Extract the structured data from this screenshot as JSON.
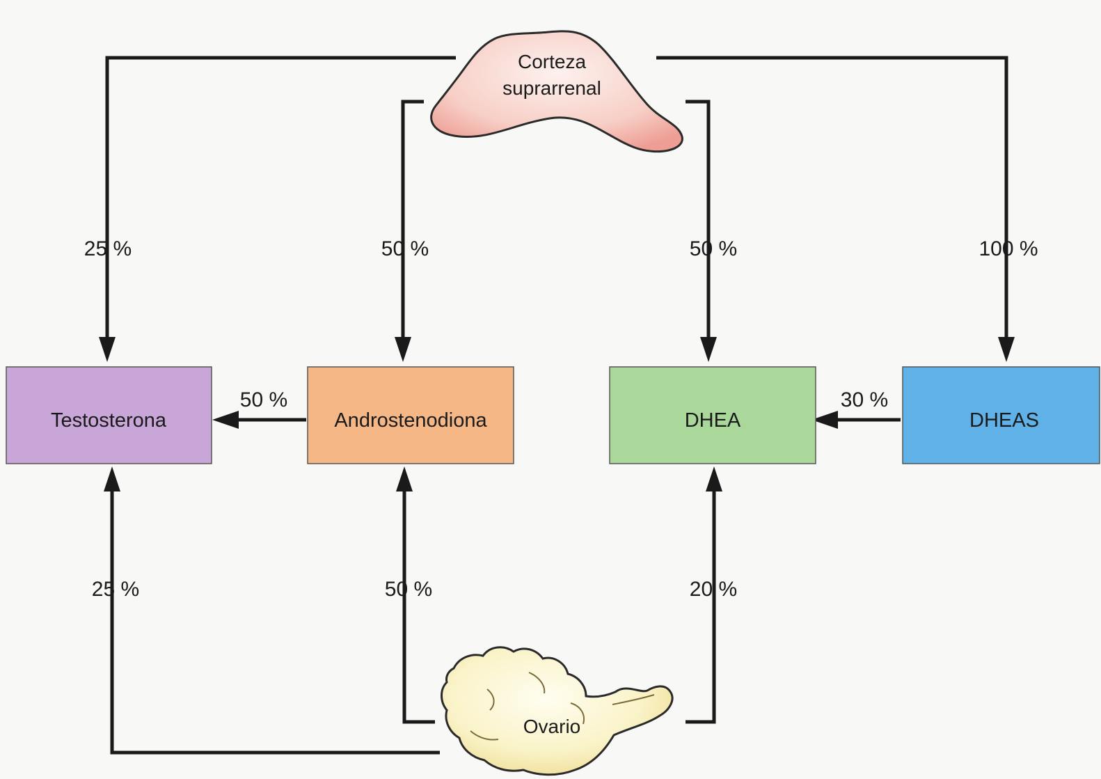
{
  "organs": {
    "adrenal": {
      "line1": "Corteza",
      "line2": "suprarrenal",
      "fill": "#f7cfc6",
      "shade": "#ee9e95"
    },
    "ovary": {
      "label": "Ovario",
      "fill": "#faf3c8",
      "shade": "#ecd98a"
    }
  },
  "hormones": {
    "testosterone": {
      "label": "Testosterona",
      "color": "#c9a6d8"
    },
    "androstenedione": {
      "label": "Androstenodiona",
      "color": "#f6b787"
    },
    "dhea": {
      "label": "DHEA",
      "color": "#a9d89a"
    },
    "dheas": {
      "label": "DHEAS",
      "color": "#5fb1e7"
    }
  },
  "flows": {
    "adrenal_to_testosterone": "25 %",
    "adrenal_to_androstenedione": "50 %",
    "adrenal_to_dhea": "50 %",
    "adrenal_to_dheas": "100 %",
    "androstenedione_to_testosterone": "50 %",
    "dheas_to_dhea": "30 %",
    "ovary_to_testosterone": "25 %",
    "ovary_to_androstenedione": "50 %",
    "ovary_to_dhea": "20 %"
  }
}
